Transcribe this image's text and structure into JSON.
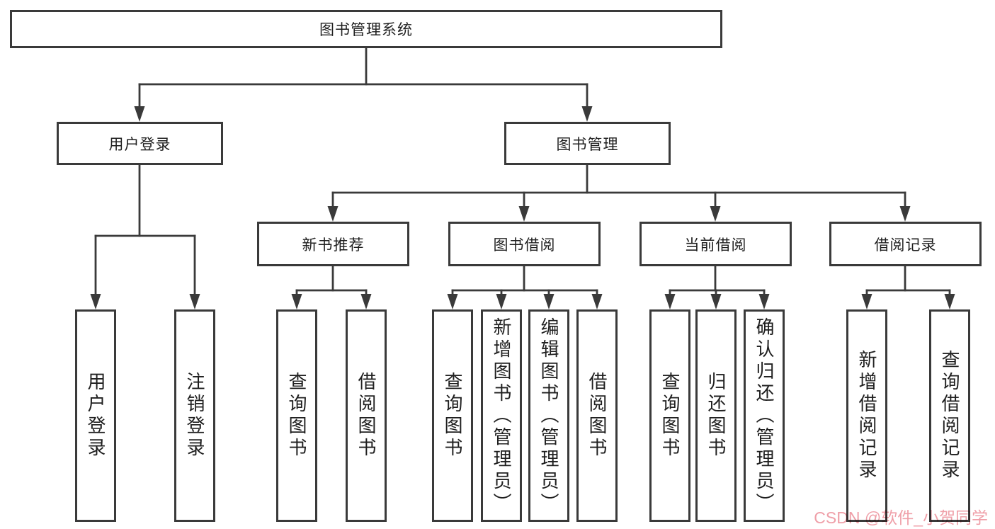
{
  "colors": {
    "line": "#3a3a3a",
    "box-border": "#3a3a3a",
    "text": "#1f1f1f",
    "background": "#ffffff",
    "watermark": "#ef9fa8"
  },
  "diagram": {
    "root": "图书管理系统",
    "user_login": {
      "label": "用户登录",
      "children": {
        "login": "用户登录",
        "logout": "注销登录"
      }
    },
    "book_mgmt": {
      "label": "图书管理",
      "groups": {
        "new_books": {
          "label": "新书推荐",
          "children": {
            "query": "查询图书",
            "borrow": "借阅图书"
          }
        },
        "borrowing": {
          "label": "图书借阅",
          "children": {
            "query": "查询图书",
            "add": "新增图书（管理员）",
            "edit": "编辑图书（管理员）",
            "borrow": "借阅图书"
          }
        },
        "current": {
          "label": "当前借阅",
          "children": {
            "query": "查询图书",
            "return": "归还图书",
            "confirm": "确认归还（管理员）"
          }
        },
        "records": {
          "label": "借阅记录",
          "children": {
            "add": "新增借阅记录",
            "query": "查询借阅记录"
          }
        }
      }
    }
  },
  "watermark": {
    "text": "CSDN @软件_小贺同学"
  }
}
